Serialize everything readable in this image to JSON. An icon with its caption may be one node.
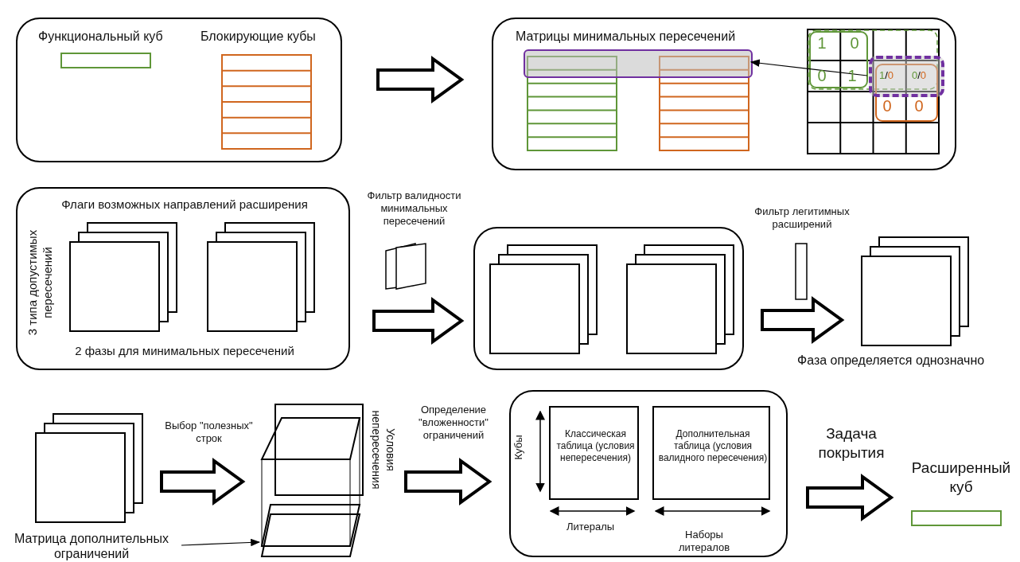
{
  "diagram": {
    "nodes": [
      {
        "text": [
          "Функциональный куб",
          "Блокирующие кубы"
        ]
      },
      {
        "text": [
          "Матрицы минимальных пересечений"
        ]
      },
      {
        "text": [],
        "shape": "bar",
        "in": 1
      },
      {
        "text": [],
        "shape": "box",
        "in": 1
      },
      {
        "text": [
          "Флаги возможных направлений расширения",
          "3 типа допустимых пересечений",
          "2 фазы для минимальных пересечений"
        ]
      },
      {
        "text": [],
        "shape": "box"
      },
      {
        "text": [],
        "shape": "box",
        "beside": [
          "Фаза определяется однозначно"
        ]
      },
      {
        "text": [],
        "shape": "box"
      },
      {
        "text": [
          "Матрица дополнительных ограничений"
        ]
      },
      {
        "text": [],
        "shape": "picture",
        "beside": [
          "Условия непересечения"
        ]
      },
      {
        "text": [],
        "shape": "box"
      },
      {
        "text": [
          "Классическая таблица (условия непересечения)"
        ],
        "in": 10
      },
      {
        "text": [
          "Дополнительная таблица (условия валидного пересечения)"
        ],
        "in": 10
      },
      {
        "text": [
          "Расширенный куб"
        ]
      },
      {
        "text": [],
        "shape": "bar",
        "in": 0
      },
      {
        "text": [
          "Фильтр валидности минимальных пересечений"
        ]
      },
      {
        "text": [
          "Фильтр легитимных расширений"
        ]
      }
    ],
    "edges": [
      {
        "from": 0,
        "to": 1,
        "arrow": "to",
        "style": "thick"
      },
      {
        "from": 3,
        "to": 2,
        "arrow": "to"
      },
      {
        "from": 4,
        "to": 5,
        "arrow": "to",
        "style": "thick"
      },
      {
        "from": 5,
        "to": 6,
        "arrow": "to",
        "style": "thick"
      },
      {
        "from": 7,
        "to": 9,
        "arrow": "to",
        "style": "thick",
        "label": "Выбор \"полезных\" строк"
      },
      {
        "from": 8,
        "to": 9,
        "arrow": "to"
      },
      {
        "from": 9,
        "to": 10,
        "arrow": "to",
        "style": "thick",
        "label": "Определение \"вложенности\" ограничений"
      },
      {
        "from": 10,
        "to": 13,
        "arrow": "to",
        "style": "thick",
        "label": "Задача покрытия"
      }
    ],
    "labels": [
      "1",
      "0",
      "0",
      "1",
      "1/0",
      "0/0",
      "0",
      "0",
      "Кубы",
      "Литералы",
      "Наборы литералов"
    ]
  }
}
